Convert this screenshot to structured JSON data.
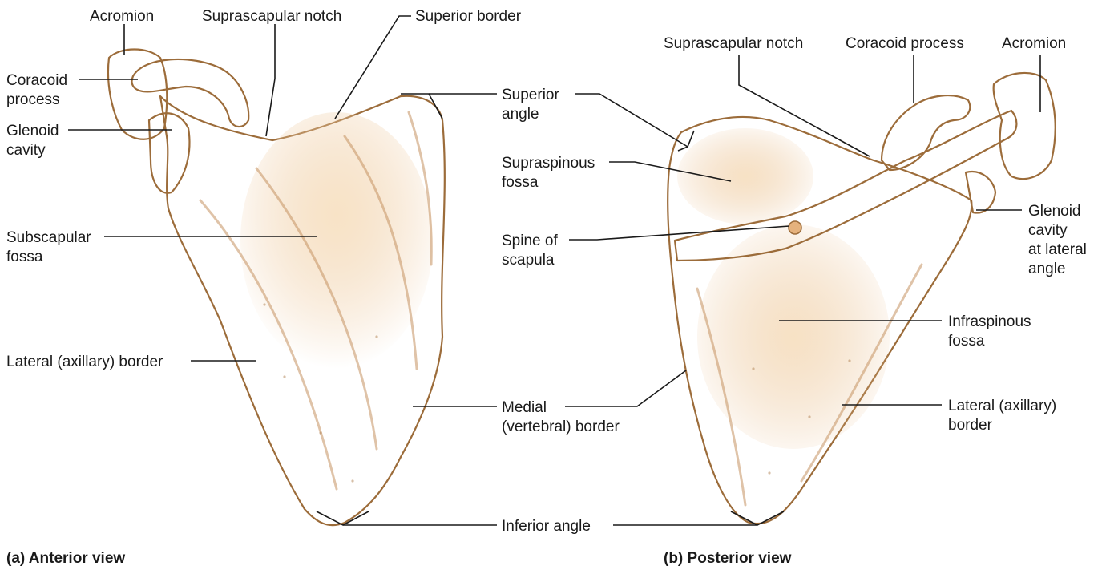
{
  "colors": {
    "bone_fill": "#ebc294",
    "bone_light": "#f6dcb8",
    "bone_shadow": "#cf9c66",
    "outline": "#9c6c3a",
    "text": "#1a1a1a"
  },
  "panel_a": {
    "caption": "(a) Anterior view",
    "labels": {
      "acromion": "Acromion",
      "suprascapular_notch": "Suprascapular notch",
      "superior_border": "Superior border",
      "coracoid_l1": "Coracoid",
      "coracoid_l2": "process",
      "glenoid_l1": "Glenoid",
      "glenoid_l2": "cavity",
      "subscapular_l1": "Subscapular",
      "subscapular_l2": "fossa",
      "lateral_border": "Lateral (axillary) border"
    }
  },
  "panel_b": {
    "caption": "(b) Posterior view",
    "labels": {
      "suprascapular_notch": "Suprascapular notch",
      "coracoid_process": "Coracoid process",
      "acromion": "Acromion",
      "supraspinous_l1": "Supraspinous",
      "supraspinous_l2": "fossa",
      "glenoid_l1": "Glenoid",
      "glenoid_l2": "cavity",
      "glenoid_l3": "at lateral",
      "glenoid_l4": "angle",
      "infraspinous_l1": "Infraspinous",
      "infraspinous_l2": "fossa",
      "lateral_l1": "Lateral (axillary)",
      "lateral_l2": "border"
    }
  },
  "shared": {
    "superior_angle_l1": "Superior",
    "superior_angle_l2": "angle",
    "spine_l1": "Spine of",
    "spine_l2": "scapula",
    "medial_l1": "Medial",
    "medial_l2": "(vertebral) border",
    "inferior_angle": "Inferior angle"
  }
}
